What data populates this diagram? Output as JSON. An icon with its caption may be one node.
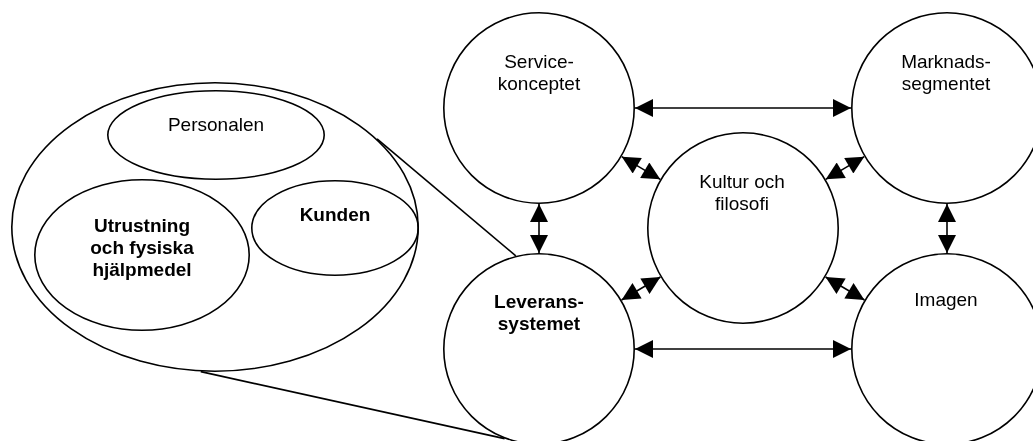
{
  "diagram": {
    "nodes": [
      {
        "text": [],
        "shape": "ellipse"
      },
      {
        "text": [
          "Personalen"
        ],
        "in": 0
      },
      {
        "text": [
          "Utrustning och fysiska hjälpmedel"
        ],
        "in": 0
      },
      {
        "text": [
          "Kunden"
        ],
        "in": 0
      },
      {
        "text": [
          "Service- konceptet"
        ]
      },
      {
        "text": [
          "Marknads- segmentet"
        ]
      },
      {
        "text": [
          "Kultur och filosofi"
        ]
      },
      {
        "text": [
          "Leverans- systemet"
        ]
      },
      {
        "text": [
          "Imagen"
        ]
      }
    ],
    "edges": [
      {
        "from": 4,
        "to": 5,
        "arrow": "both"
      },
      {
        "from": 4,
        "to": 6,
        "arrow": "both"
      },
      {
        "from": 5,
        "to": 6,
        "arrow": "both"
      },
      {
        "from": 4,
        "to": 7,
        "arrow": "both"
      },
      {
        "from": 5,
        "to": 8,
        "arrow": "both"
      },
      {
        "from": 7,
        "to": 6,
        "arrow": "both"
      },
      {
        "from": 8,
        "to": 6,
        "arrow": "both"
      },
      {
        "from": 7,
        "to": 8,
        "arrow": "both"
      },
      {
        "from": 0,
        "to": 7,
        "arrow": "none"
      },
      {
        "from": 0,
        "to": 7,
        "arrow": "none"
      }
    ]
  }
}
